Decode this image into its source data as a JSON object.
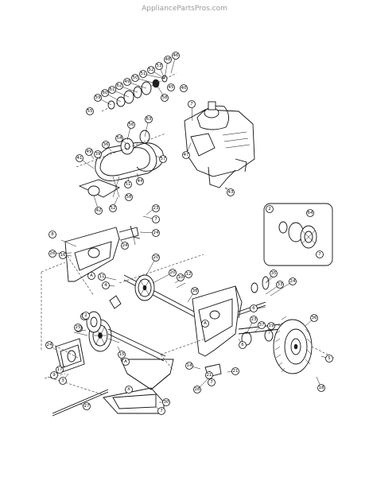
{
  "watermark": "AppliancePartsPros.com",
  "callouts": [
    "46",
    "48",
    "53",
    "52",
    "51",
    "50",
    "49",
    "62",
    "61",
    "60",
    "59",
    "58",
    "55",
    "45",
    "40",
    "7",
    "47",
    "63",
    "56",
    "54",
    "41",
    "49",
    "39",
    "36",
    "57",
    "44",
    "51",
    "42",
    "52",
    "58",
    "43",
    "23",
    "7",
    "24",
    "8",
    "26",
    "16",
    "24",
    "20",
    "25",
    "28",
    "2",
    "64",
    "7",
    "11",
    "4",
    "20",
    "10",
    "12",
    "38",
    "35",
    "33",
    "24",
    "6",
    "2",
    "25",
    "23",
    "37",
    "19",
    "36",
    "24",
    "15",
    "14",
    "21",
    "5",
    "17",
    "9",
    "3",
    "30",
    "7",
    "27",
    "21",
    "28",
    "18",
    "6",
    "7"
  ],
  "letters": [
    "A",
    "A",
    "A",
    "X"
  ]
}
